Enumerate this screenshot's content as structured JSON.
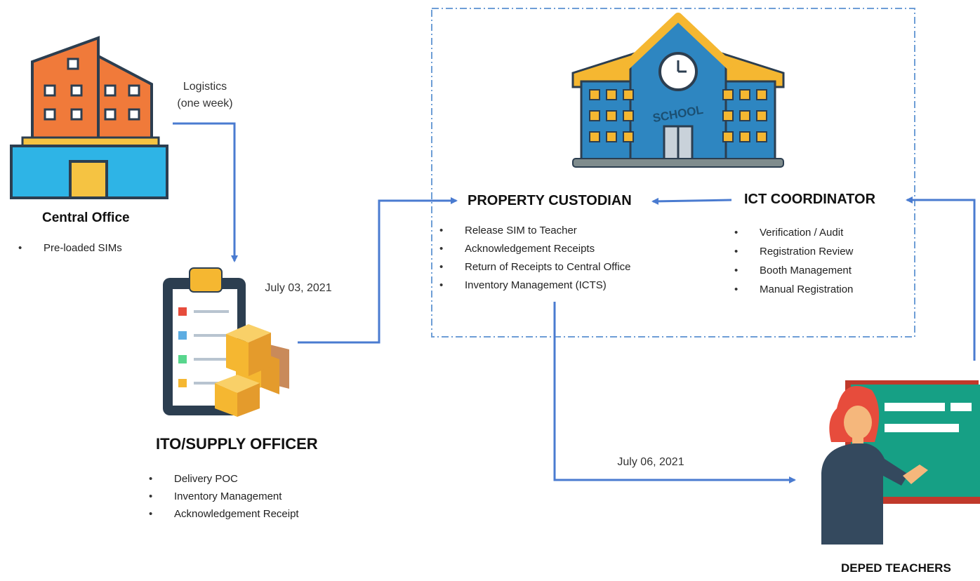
{
  "nodes": {
    "central_office": {
      "title": "Central Office",
      "items": [
        "Pre-loaded SIMs"
      ]
    },
    "ito_supply_officer": {
      "title": "ITO/SUPPLY OFFICER",
      "items": [
        "Delivery POC",
        "Inventory Management",
        "Acknowledgement Receipt"
      ]
    },
    "property_custodian": {
      "title": "PROPERTY CUSTODIAN",
      "items": [
        "Release SIM to Teacher",
        "Acknowledgement Receipts",
        "Return of Receipts to Central Office",
        "Inventory Management (ICTS)"
      ]
    },
    "ict_coordinator": {
      "title": "ICT COORDINATOR",
      "items": [
        "Verification / Audit",
        "Registration Review",
        "Booth Management",
        "Manual Registration"
      ]
    },
    "deped_teachers": {
      "title": "DEPED TEACHERS"
    }
  },
  "edges": {
    "logistics": [
      "Logistics",
      "(one week)"
    ],
    "date_to_custodian": "July 03, 2021",
    "date_to_teachers": "July 06, 2021"
  },
  "icons": {
    "school_sign": "SCHOOL",
    "names": [
      "office-building-icon",
      "clipboard-boxes-icon",
      "school-building-icon",
      "clock-icon",
      "teacher-icon"
    ]
  },
  "colors": {
    "arrow": "#4a7bd0",
    "dashed_box": "#6e9ed6",
    "building_orange": "#f07a3a",
    "building_blue": "#2eb4e6",
    "school_blue": "#2e86c1",
    "roof_yellow": "#f5b731",
    "dark_navy": "#2c3e50"
  }
}
